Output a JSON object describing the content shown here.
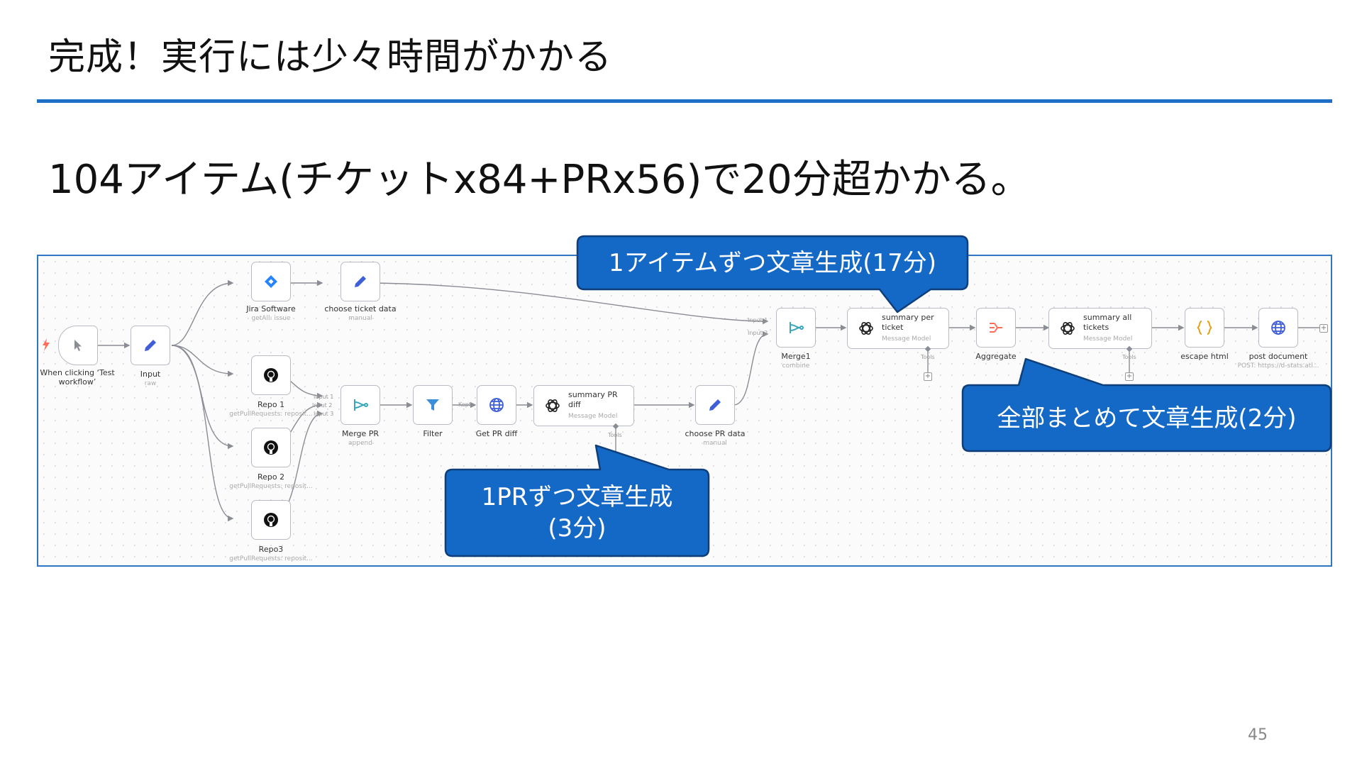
{
  "slide": {
    "title": "完成！実行には少々時間がかかる",
    "subtitle": "104アイテム(チケットx84+PRx56)で20分超かかる。",
    "page_number": "45"
  },
  "colors": {
    "accent": "#1f6fc6",
    "callout": "#1468c6"
  },
  "workflow": {
    "nodes": {
      "trigger": {
        "label": "When clicking ‘Test workflow’",
        "icon": "cursor-icon"
      },
      "input": {
        "label": "Input",
        "sub": "raw",
        "icon": "pencil-icon"
      },
      "jira": {
        "label": "Jira Software",
        "sub": "getAll: issue",
        "icon": "jira-icon"
      },
      "choose_ticket": {
        "label": "choose ticket data",
        "sub": "manual",
        "icon": "pencil-icon"
      },
      "repo1": {
        "label": "Repo 1",
        "sub": "getPullRequests: reposit...",
        "icon": "github-icon"
      },
      "repo2": {
        "label": "Repo 2",
        "sub": "getPullRequests: reposit...",
        "icon": "github-icon"
      },
      "repo3": {
        "label": "Repo3",
        "sub": "getPullRequests: reposit...",
        "icon": "github-icon"
      },
      "merge_pr": {
        "label": "Merge PR",
        "sub": "append",
        "icon": "merge-icon"
      },
      "filter": {
        "label": "Filter",
        "icon": "filter-icon"
      },
      "get_pr_diff": {
        "label": "Get PR diff",
        "icon": "globe-icon"
      },
      "summary_pr": {
        "title": "summary PR diff",
        "sub": "Message Model",
        "icon": "openai-icon"
      },
      "choose_pr": {
        "label": "choose PR data",
        "sub": "manual",
        "icon": "pencil-icon"
      },
      "merge1": {
        "label": "Merge1",
        "sub": "combine",
        "icon": "merge-icon"
      },
      "summary_ticket": {
        "title": "summary per ticket",
        "sub": "Message Model",
        "icon": "openai-icon"
      },
      "aggregate": {
        "label": "Aggregate",
        "icon": "aggregate-icon"
      },
      "summary_all": {
        "title": "summary all tickets",
        "sub": "Message Model",
        "icon": "openai-icon"
      },
      "escape_html": {
        "label": "escape html",
        "icon": "braces-icon"
      },
      "post_document": {
        "label": "post document",
        "sub": "POST: https://d-stats.atl...",
        "icon": "globe-icon"
      }
    },
    "ports": {
      "merge_pr_in1": "Input 1",
      "merge_pr_in2": "Input 2",
      "merge_pr_in3": "Input 3",
      "merge1_in1": "Input 1",
      "merge1_in2": "Input 2",
      "filter_kept": "Kept",
      "tools": "Tools"
    }
  },
  "callouts": {
    "per_item": "1アイテムずつ文章生成(17分)",
    "all": "全部まとめて文章生成(2分)",
    "per_pr_line1": "1PRずつ文章生成",
    "per_pr_line2": "(3分)"
  }
}
